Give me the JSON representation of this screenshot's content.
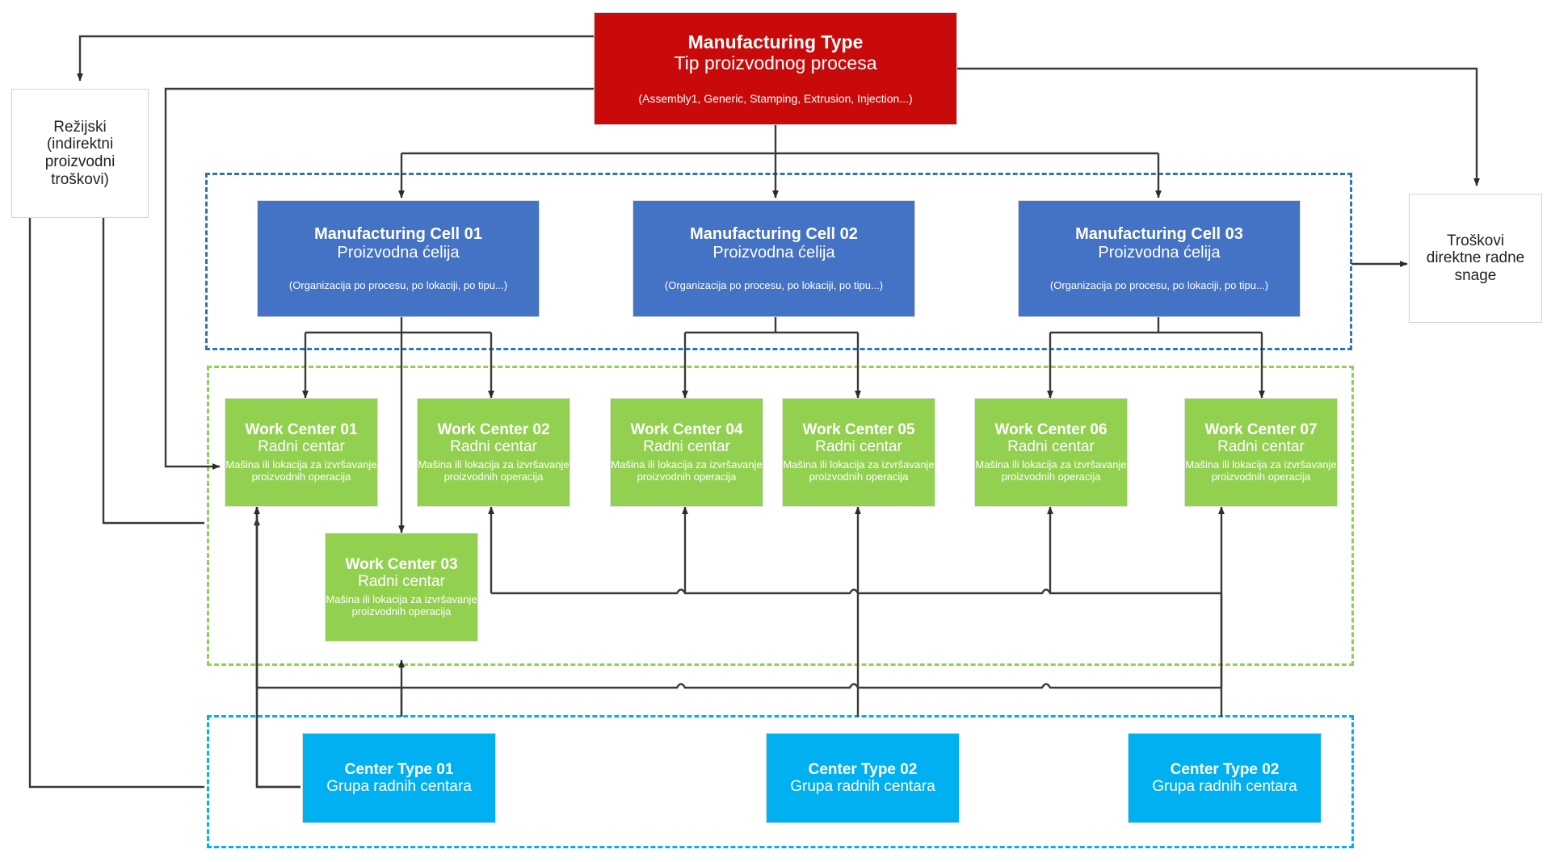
{
  "diagram": {
    "title_note": "Manufacturing hierarchy diagram",
    "colors": {
      "manufacturing_type": "#c80a0a",
      "manufacturing_cell": "#4472c4",
      "work_center": "#92d050",
      "center_type": "#00b0f0",
      "plain_box": "#ffffff",
      "connector": "#404040"
    }
  },
  "manufacturing_type": {
    "title": "Manufacturing Type",
    "subtitle": "Tip proizvodnog procesa",
    "note": "(Assembly1, Generic, Stamping, Extrusion, Injection...)"
  },
  "overhead_box": {
    "line1": "Režijski",
    "line2": "(indirektni",
    "line3": "proizvodni",
    "line4": "troškovi)"
  },
  "direct_labor_box": {
    "line1": "Troškovi",
    "line2": "direktne radne",
    "line3": "snage"
  },
  "manufacturing_cells": [
    {
      "title": "Manufacturing Cell 01",
      "subtitle": "Proizvodna ćelija",
      "note": "(Organizacija po procesu, po lokaciji, po tipu...)"
    },
    {
      "title": "Manufacturing Cell 02",
      "subtitle": "Proizvodna ćelija",
      "note": "(Organizacija po procesu, po lokaciji, po tipu...)"
    },
    {
      "title": "Manufacturing Cell 03",
      "subtitle": "Proizvodna ćelija",
      "note": "(Organizacija po procesu, po lokaciji, po tipu...)"
    }
  ],
  "work_centers": [
    {
      "title": "Work Center 01",
      "subtitle": "Radni centar",
      "note": "Mašina ili lokacija za izvršavanje proizvodnih operacija"
    },
    {
      "title": "Work Center 02",
      "subtitle": "Radni centar",
      "note": "Mašina ili lokacija za izvršavanje proizvodnih operacija"
    },
    {
      "title": "Work Center 03",
      "subtitle": "Radni centar",
      "note": "Mašina ili lokacija za izvršavanje proizvodnih operacija"
    },
    {
      "title": "Work Center 04",
      "subtitle": "Radni centar",
      "note": "Mašina ili lokacija za izvršavanje proizvodnih operacija"
    },
    {
      "title": "Work Center 05",
      "subtitle": "Radni centar",
      "note": "Mašina ili lokacija za izvršavanje proizvodnih operacija"
    },
    {
      "title": "Work Center 06",
      "subtitle": "Radni centar",
      "note": "Mašina ili lokacija za izvršavanje proizvodnih operacija"
    },
    {
      "title": "Work Center 07",
      "subtitle": "Radni centar",
      "note": "Mašina ili lokacija za izvršavanje proizvodnih operacija"
    }
  ],
  "center_types": [
    {
      "title": "Center Type 01",
      "subtitle": "Grupa radnih centara"
    },
    {
      "title": "Center Type 02",
      "subtitle": "Grupa radnih centara"
    },
    {
      "title": "Center Type 02",
      "subtitle": "Grupa radnih centara"
    }
  ]
}
